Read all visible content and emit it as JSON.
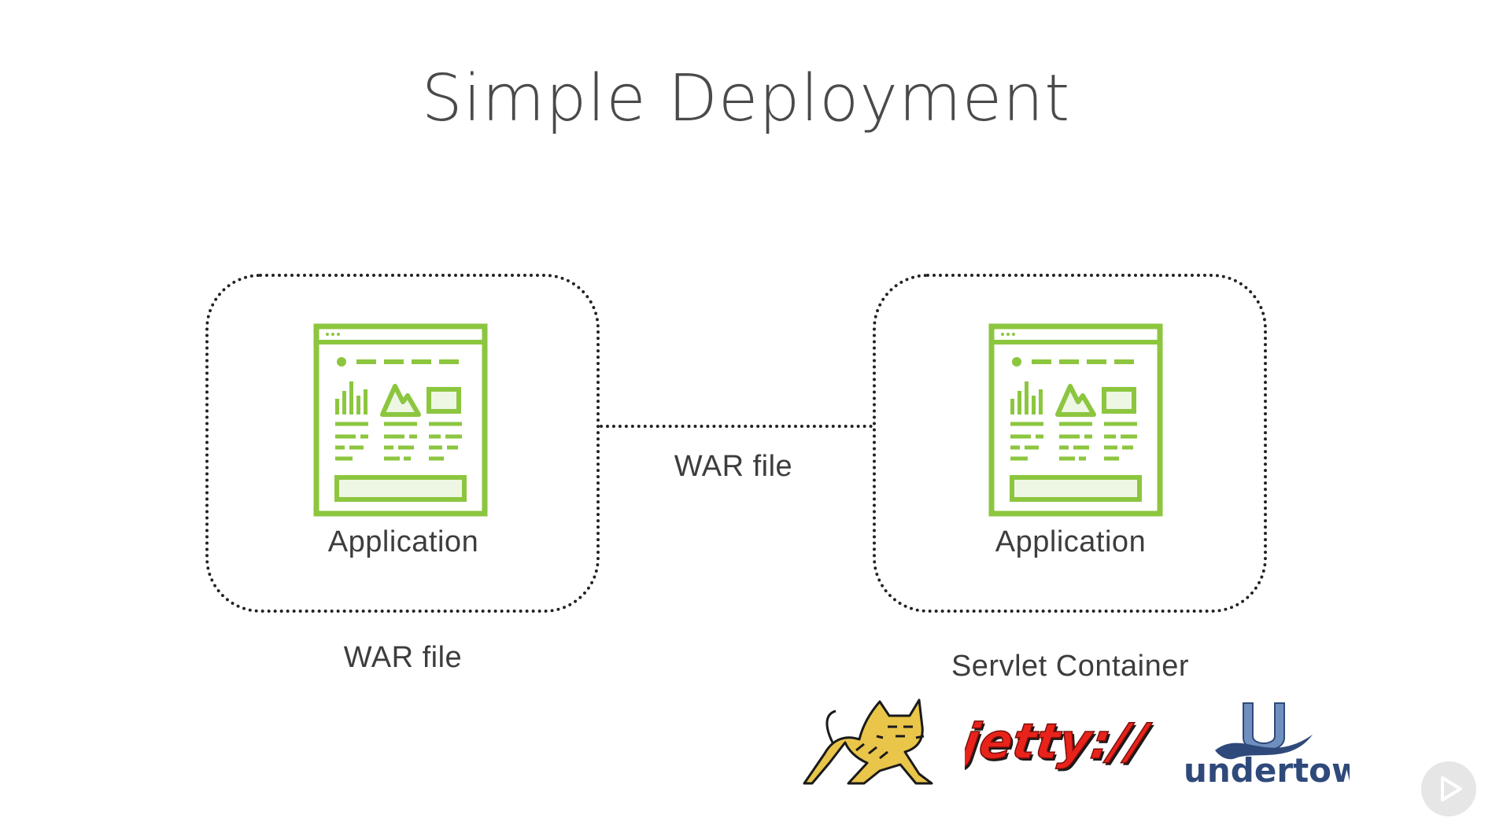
{
  "slide": {
    "title": "Simple Deployment"
  },
  "left_box": {
    "icon": "web-application-icon",
    "label": "Application",
    "caption": "WAR file"
  },
  "connector": {
    "label": "WAR file"
  },
  "right_box": {
    "icon": "web-application-icon",
    "label": "Application",
    "caption": "Servlet Container"
  },
  "logos": {
    "tomcat": "tomcat-logo",
    "jetty_text": "jetty://",
    "undertow_text": "undertow"
  },
  "colors": {
    "icon_green": "#8cc63f",
    "icon_fill": "#eef6e4",
    "border": "#222222",
    "jetty_red": "#e8231b",
    "undertow_blue": "#2f4a7a"
  },
  "controls": {
    "play_icon": "play-icon"
  }
}
